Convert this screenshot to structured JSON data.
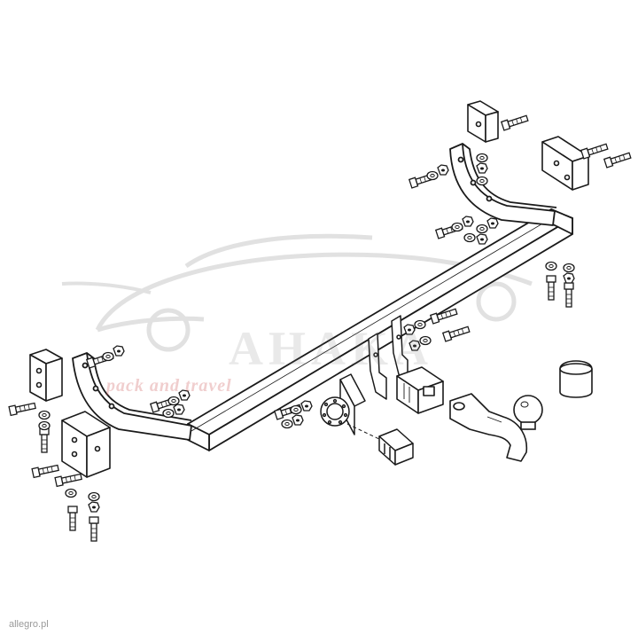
{
  "watermark": {
    "brand": "AHAKA",
    "slogan": "pack and travel",
    "source": "allegro.pl"
  },
  "colors": {
    "line": "#1a1a1a",
    "watermark_gray": "#bdbdbd",
    "watermark_red": "#d46a6a"
  }
}
